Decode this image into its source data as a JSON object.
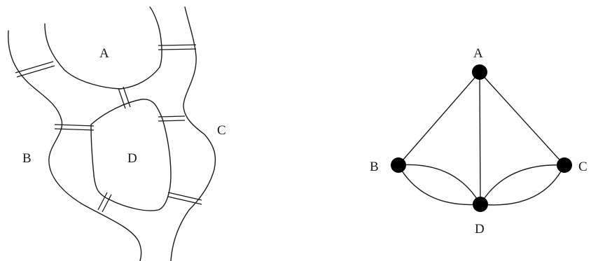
{
  "map": {
    "regions": [
      {
        "id": "A",
        "label": "A"
      },
      {
        "id": "B",
        "label": "B"
      },
      {
        "id": "C",
        "label": "C"
      },
      {
        "id": "D",
        "label": "D"
      }
    ],
    "bridge_count": 7
  },
  "graph": {
    "nodes": [
      {
        "id": "A",
        "label": "A"
      },
      {
        "id": "B",
        "label": "B"
      },
      {
        "id": "C",
        "label": "C"
      },
      {
        "id": "D",
        "label": "D"
      }
    ],
    "edges": [
      {
        "from": "A",
        "to": "B"
      },
      {
        "from": "A",
        "to": "C"
      },
      {
        "from": "A",
        "to": "D"
      },
      {
        "from": "B",
        "to": "D"
      },
      {
        "from": "B",
        "to": "D"
      },
      {
        "from": "C",
        "to": "D"
      },
      {
        "from": "C",
        "to": "D"
      }
    ],
    "node_color": "#000000"
  }
}
